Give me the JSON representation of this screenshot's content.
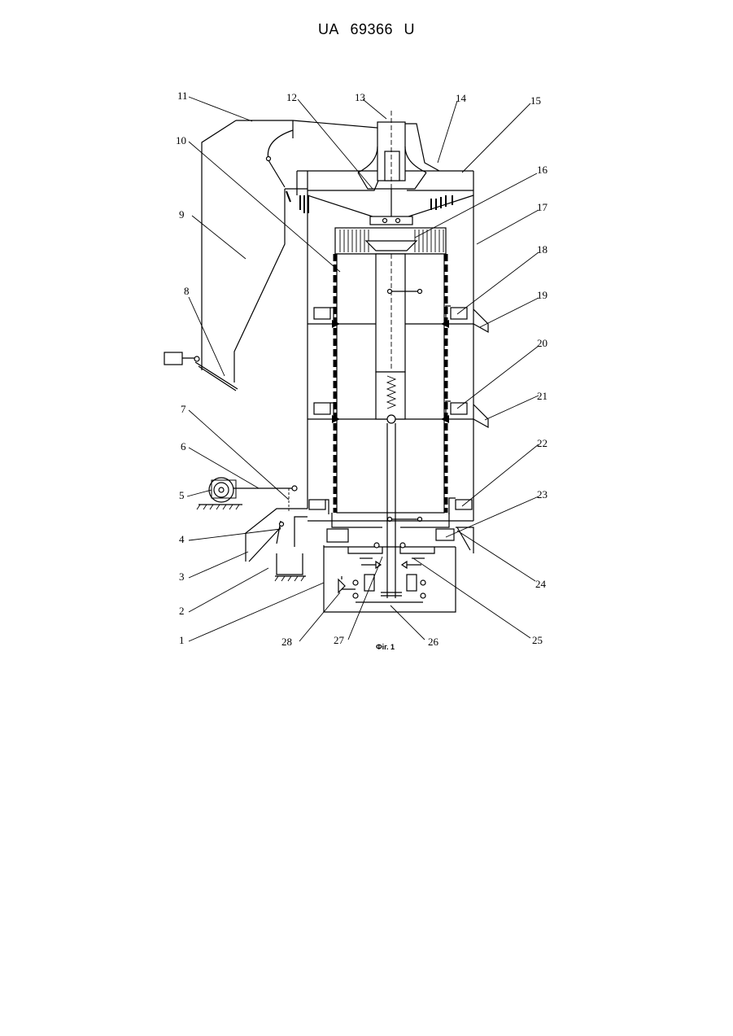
{
  "header": {
    "country_code": "UA",
    "patent_number": "69366",
    "kind_code": "U"
  },
  "figure": {
    "caption": "Фіг. 1",
    "labels": [
      "1",
      "2",
      "3",
      "4",
      "5",
      "6",
      "7",
      "8",
      "9",
      "10",
      "11",
      "12",
      "13",
      "14",
      "15",
      "16",
      "17",
      "18",
      "19",
      "20",
      "21",
      "22",
      "23",
      "24",
      "25",
      "26",
      "27",
      "28"
    ]
  }
}
